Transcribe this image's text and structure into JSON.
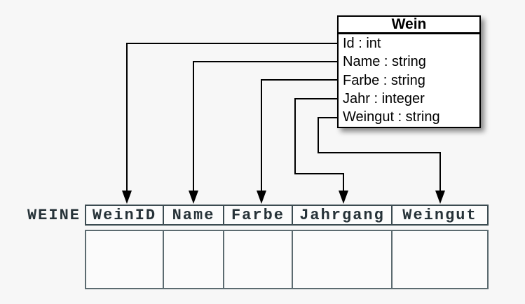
{
  "diagram": {
    "class_box": {
      "title": "Wein",
      "attributes": {
        "0": "Id : int",
        "1": "Name : string",
        "2": "Farbe : string",
        "3": "Jahr : integer",
        "4": "Weingut : string"
      }
    },
    "table": {
      "label": "WEINE",
      "columns": {
        "0": "WeinID",
        "1": "Name",
        "2": "Farbe",
        "3": "Jahrgang",
        "4": "Weingut"
      }
    },
    "mappings": [
      {
        "from": "Id",
        "to": "WeinID"
      },
      {
        "from": "Name",
        "to": "Name"
      },
      {
        "from": "Farbe",
        "to": "Farbe"
      },
      {
        "from": "Jahr",
        "to": "Jahrgang"
      },
      {
        "from": "Weingut",
        "to": "Weingut"
      }
    ]
  },
  "colors": {
    "background": "#f7f7f7",
    "box_border": "#000000",
    "box_bg": "#ffffff",
    "connector": "#000000",
    "header_border": "#3c4c52",
    "body_border": "#5c6b70",
    "table_text": "#263238",
    "cell_bg": "#fcfcfc"
  }
}
